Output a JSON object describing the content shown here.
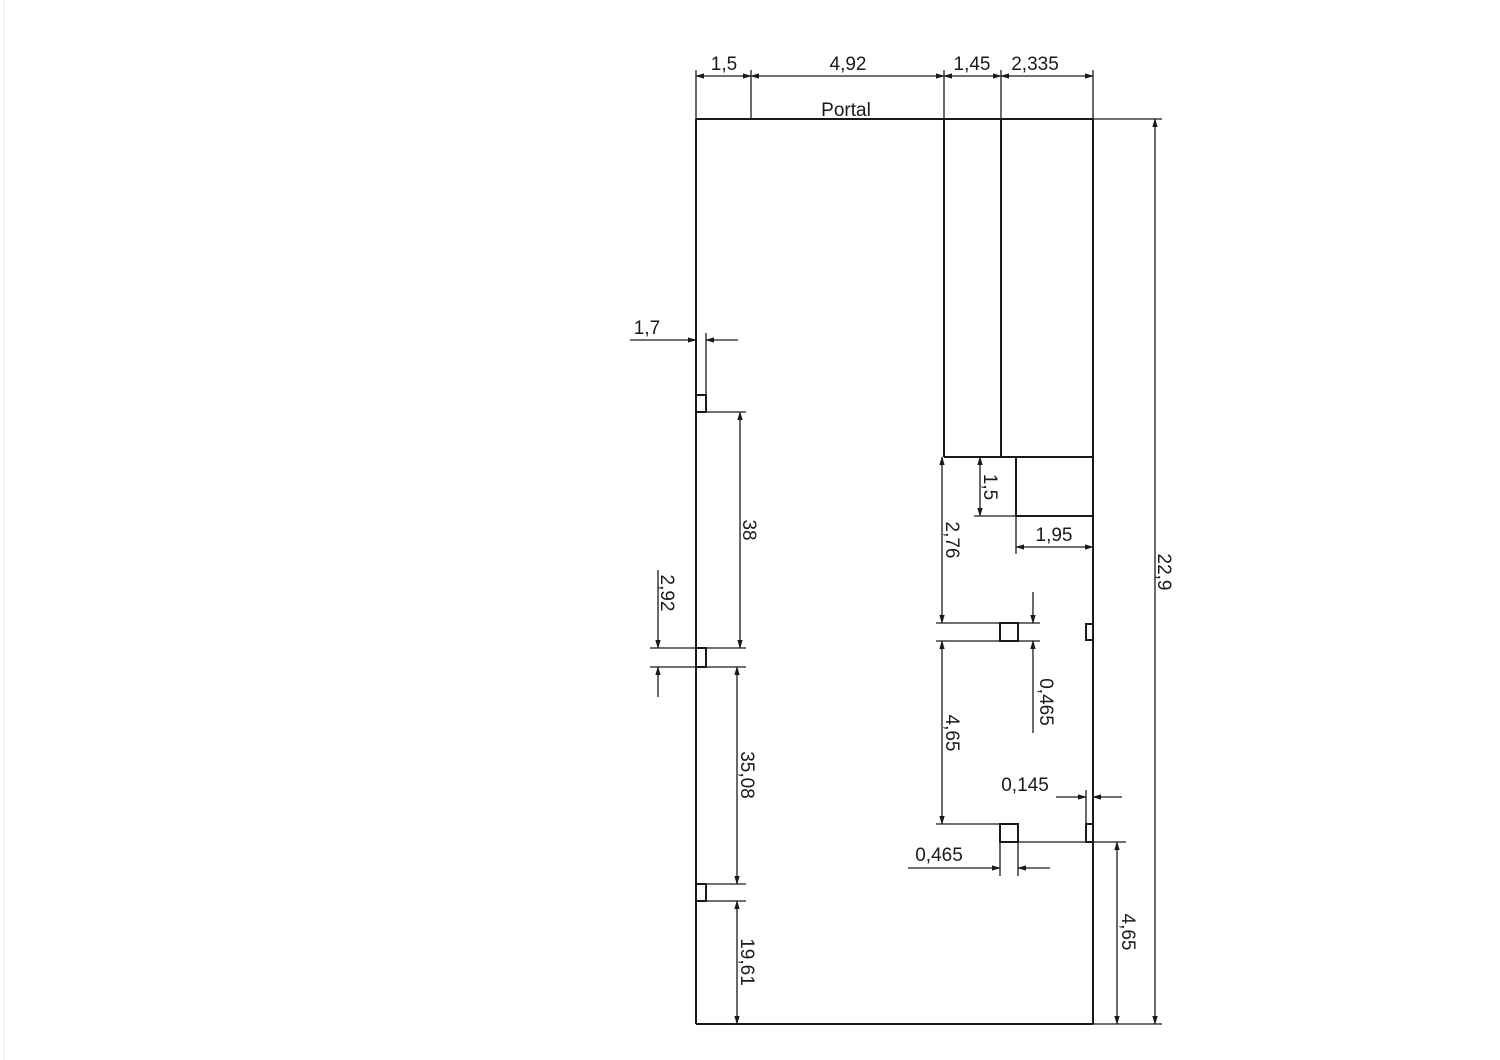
{
  "label_portal": "Portal",
  "dims": {
    "top_1": "1,5",
    "top_2": "4,92",
    "top_3": "1,45",
    "top_4": "2,335",
    "total_height": "22,9",
    "left_offset": "1,7",
    "left_span_1": "38",
    "left_pillar": "2,92",
    "left_span_2": "35,08",
    "left_bottom": "19,61",
    "notch_h": "1,5",
    "notch_w": "1,95",
    "gap_276": "2,76",
    "gap_465": "4,65",
    "col_465_v": "0,465",
    "col_465_h": "0,465",
    "wall_0145": "0,145",
    "right_bottom": "4,65"
  }
}
